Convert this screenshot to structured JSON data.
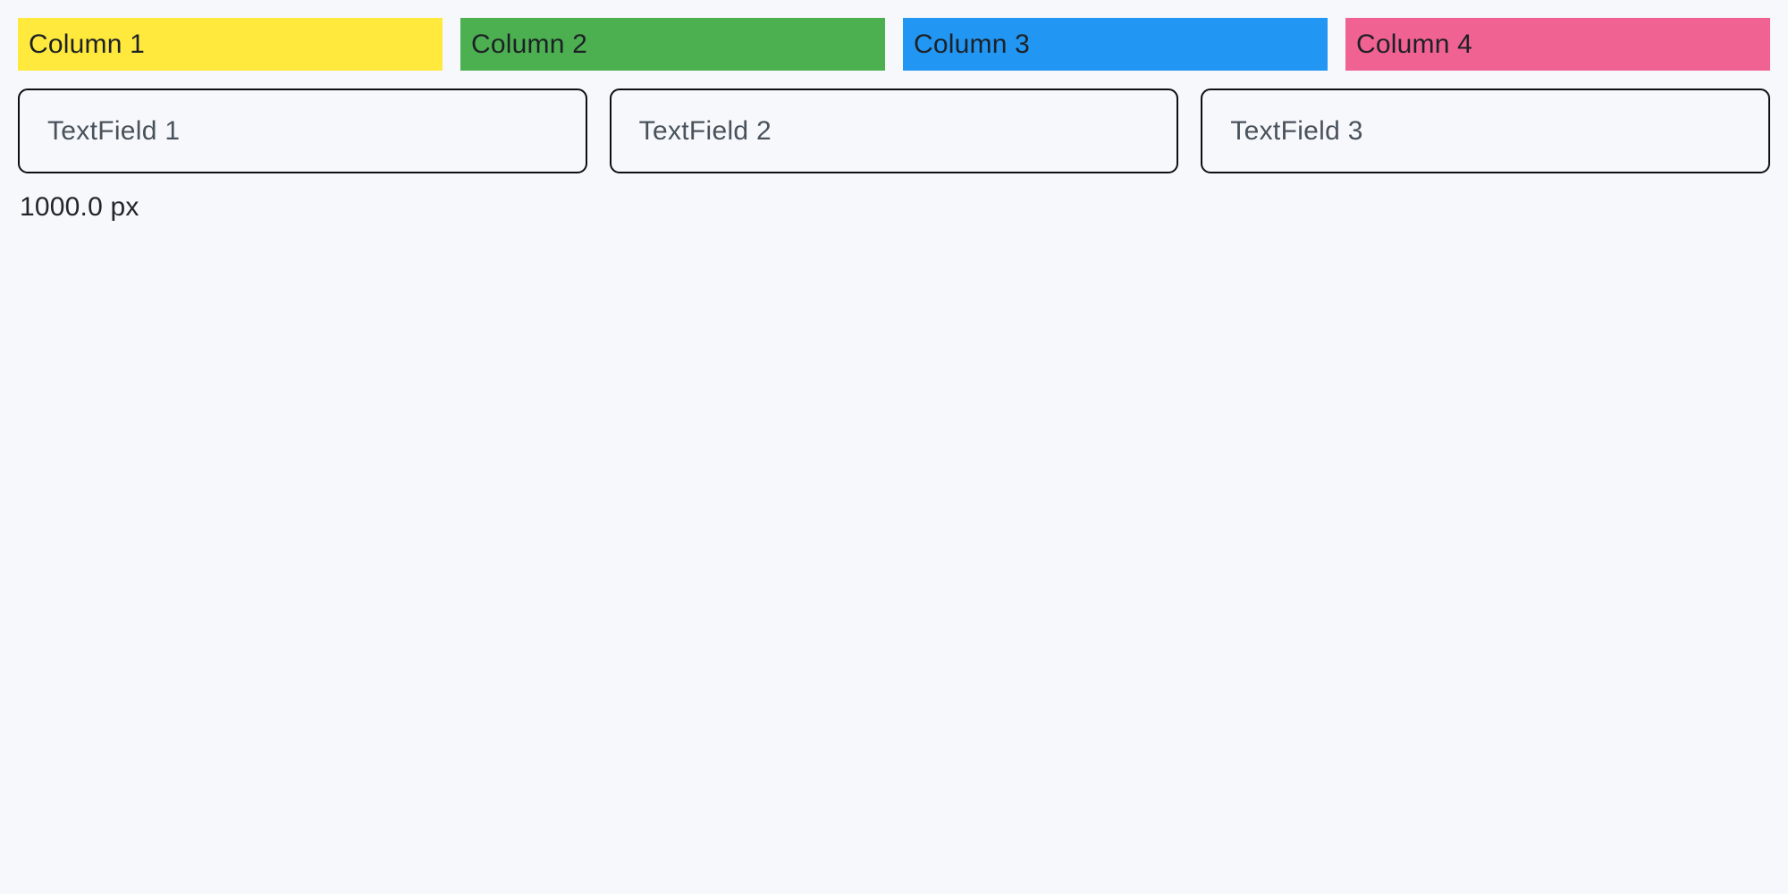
{
  "columns": [
    {
      "label": "Column 1",
      "color": "#ffe93c"
    },
    {
      "label": "Column 2",
      "color": "#4caf50"
    },
    {
      "label": "Column 3",
      "color": "#2196f3"
    },
    {
      "label": "Column 4",
      "color": "#f06292"
    }
  ],
  "textfields": [
    {
      "placeholder": "TextField 1"
    },
    {
      "placeholder": "TextField 2"
    },
    {
      "placeholder": "TextField 3"
    }
  ],
  "footer": {
    "width_readout": "1000.0 px"
  },
  "colors": {
    "background": "#f7f8fc",
    "field_border": "#0d0f12",
    "column_label_text": "#1d2126",
    "placeholder_text": "#49525b",
    "readout_text": "#21262d"
  }
}
